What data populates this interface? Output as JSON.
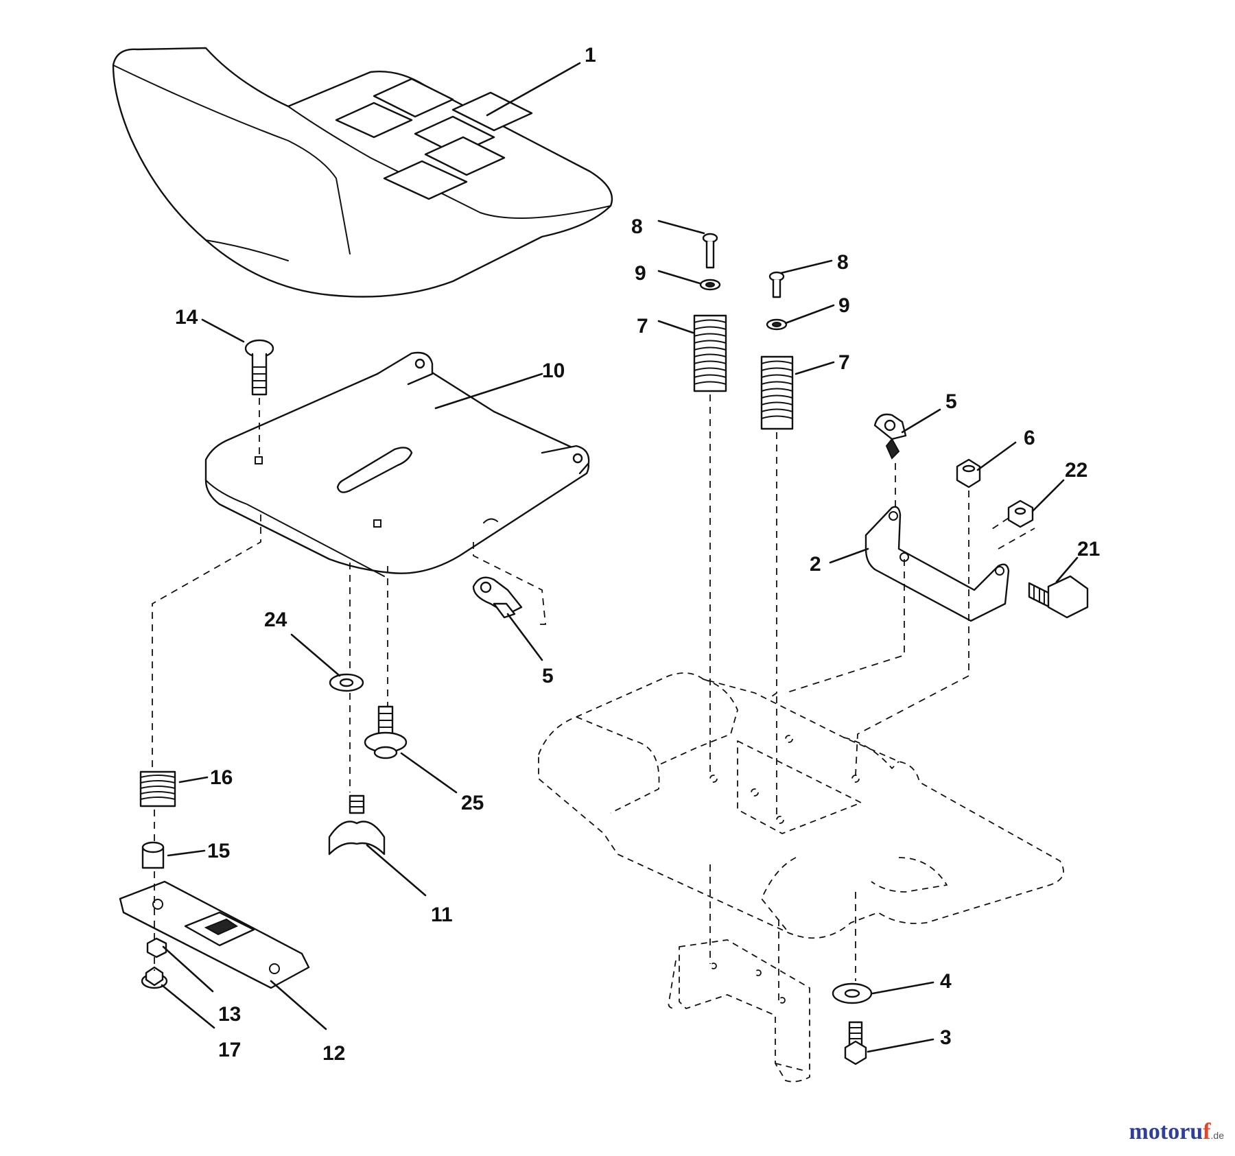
{
  "diagram": {
    "callouts": {
      "c1": "1",
      "c2": "2",
      "c3": "3",
      "c4": "4",
      "c5a": "5",
      "c5b": "5",
      "c6": "6",
      "c7a": "7",
      "c7b": "7",
      "c8a": "8",
      "c8b": "8",
      "c9a": "9",
      "c9b": "9",
      "c10": "10",
      "c11": "11",
      "c12": "12",
      "c13": "13",
      "c14": "14",
      "c15": "15",
      "c16": "16",
      "c17": "17",
      "c21": "21",
      "c22": "22",
      "c24": "24",
      "c25": "25"
    }
  },
  "watermark": {
    "brand_main": "motoru",
    "brand_accent": "f",
    "brand_suffix": ".de"
  }
}
